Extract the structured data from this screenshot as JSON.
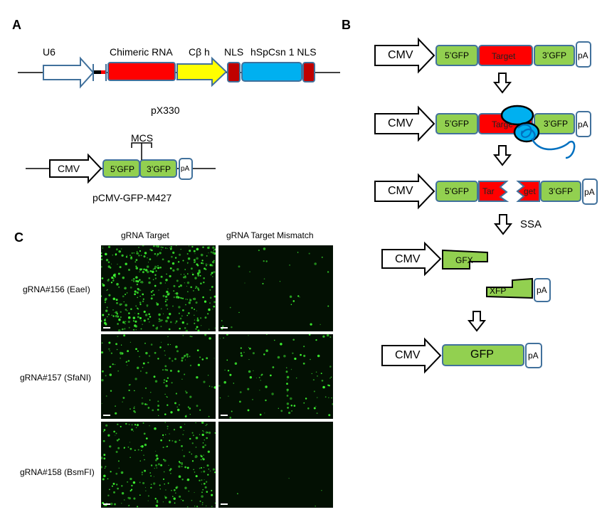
{
  "panel_labels": {
    "a": "A",
    "b": "B",
    "c": "C"
  },
  "panel_a": {
    "u6": "U6",
    "chimeric_rna": "Chimeric RNA",
    "cbh": "Cβ h",
    "nls_left": "NLS",
    "hspcsn": "hSpCsn 1 NLS",
    "plasmid1": "pX330",
    "mcs": "MCS",
    "cmv": "CMV",
    "gfp5": "5’GFP",
    "gfp3": "3’GFP",
    "pa": "pA",
    "plasmid2": "pCMV-GFP-M427"
  },
  "panel_b": {
    "cmv": "CMV",
    "gfp5": "5’GFP",
    "target": "Target",
    "gfp3": "3’GFP",
    "pa": "pA",
    "target_partial": "Targe",
    "gfp3_partial": "3’GFP",
    "cut_left": "Tar",
    "cut_right": "get",
    "ssa": "SSA",
    "gfx": "GFX",
    "xfp": "XFP",
    "gfp": "GFP"
  },
  "panel_c": {
    "col1": "gRNA Target",
    "col2": "gRNA Target Mismatch",
    "rows": [
      "gRNA#156 (EaeI)",
      "gRNA#157 (SfaNI)",
      "gRNA#158 (BsmFI)"
    ]
  },
  "colors": {
    "green": "#92d050",
    "red": "#ff0000",
    "dark_red": "#c00000",
    "yellow": "#ffff00",
    "cyan": "#00b0f0",
    "outline": "#41719c",
    "cas9_blue": "#0070c0"
  }
}
